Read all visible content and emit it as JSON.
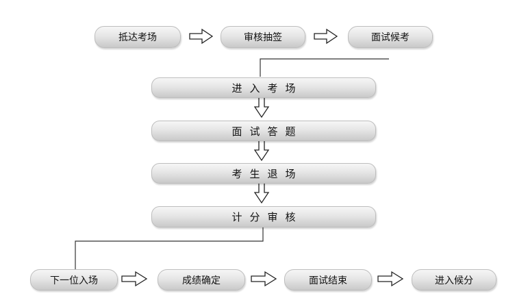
{
  "top_row": [
    "抵达考场",
    "审核抽签",
    "面试候考"
  ],
  "middle_steps": [
    "进入考场",
    "面试答题",
    "考生退场",
    "计分审核"
  ],
  "bottom_row": [
    "下一位入场",
    "成绩确定",
    "面试结束",
    "进入候分"
  ],
  "colors": {
    "line": "#333333",
    "arrow_fill": "#ffffff",
    "pill_border": "#bdbdbd"
  }
}
